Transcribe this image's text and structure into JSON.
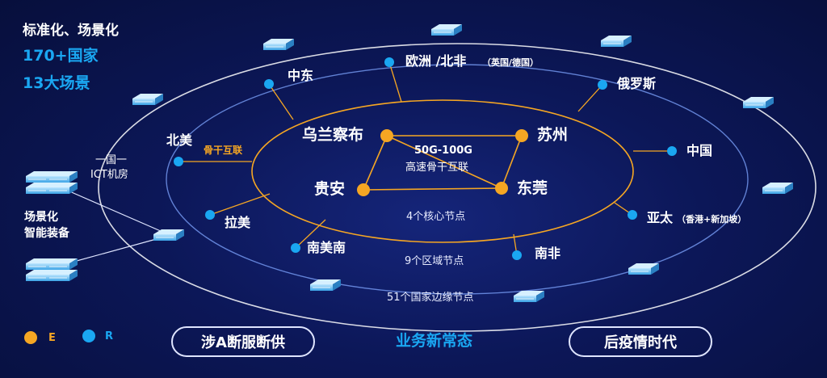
{
  "stats": {
    "title": "标准化、场景化",
    "countries": "170+国家",
    "scenarios": "13大场景"
  },
  "core": {
    "nodes": [
      "乌兰察布",
      "苏州",
      "贵安",
      "东莞"
    ],
    "bandwidth": "50G-100G",
    "backbone": "高速骨干互联",
    "ring_label": "4个核心节点"
  },
  "regions": {
    "middle_east": "中东",
    "europe": "欧洲 /北非",
    "europe_sub": "（英国/德国）",
    "russia": "俄罗斯",
    "north_america": "北美",
    "china": "中国",
    "latin_america": "拉美",
    "apac": "亚太",
    "apac_sub": "（香港+新加坡）",
    "south_america_south": "南美南",
    "south_africa": "南非",
    "ring_label": "9个区域节点"
  },
  "edge": {
    "ring_label": "51个国家边缘节点"
  },
  "backbone_link": "骨干互联",
  "ict": {
    "line1": "一国一",
    "line2": "ICT机房"
  },
  "equipment": {
    "line1": "场景化",
    "line2": "智能装备"
  },
  "legend": {
    "e_label": "E",
    "r_label": "R",
    "e_color": "#f5a623",
    "r_color": "#1aa7f2"
  },
  "bottom": {
    "left": "涉A断服断供",
    "middle": "业务新常态",
    "right": "后疫情时代"
  }
}
